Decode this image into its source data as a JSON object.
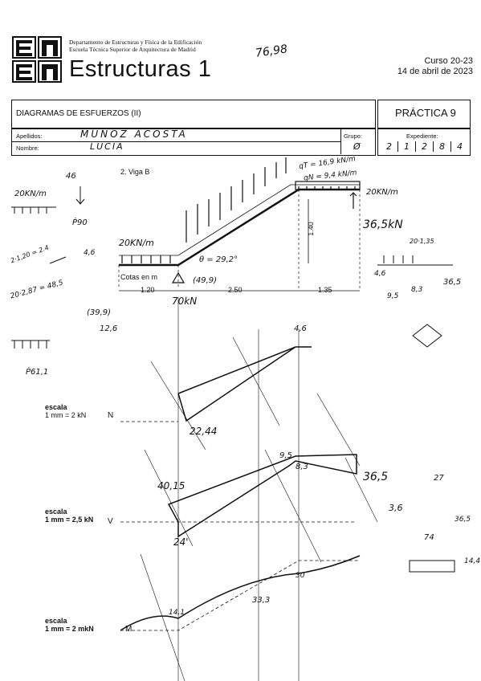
{
  "header": {
    "dept_line1": "Departamento de Estructuras y Física de la Edificación",
    "dept_line2": "Escuela Técnica Superior de Arquitectura de Madrid",
    "title": "Estructuras 1",
    "grade_note": "76,98",
    "course": "Curso 20-23",
    "date": "14 de abril de 2023"
  },
  "form": {
    "section_title": "DIAGRAMAS DE ESFUERZOS (II)",
    "practice_label": "PRÁCTICA 9",
    "apellidos_label": "Apellidos:",
    "apellidos_value": "MUÑOZ ACOSTA",
    "nombre_label": "Nombre:",
    "nombre_value": "LUCIA",
    "grupo_label": "Grupo:",
    "grupo_value": "Ø",
    "expediente_label": "Expediente:",
    "expediente_digits": [
      "2",
      "1",
      "2",
      "8",
      "4"
    ]
  },
  "beam": {
    "label": "2. Viga B",
    "load_left": "20KN/m",
    "load_right": "20KN/m",
    "qt": "qT = 16,9 kN/m",
    "qn": "qN = 9,4 kN/m",
    "angle": "θ = 29,2°",
    "dim_height": "1.40",
    "dims": [
      "1.20",
      "2.50",
      "1.35"
    ],
    "cotas_label": "Cotas en m",
    "reaction_right": "36,5kN",
    "reaction_left": "70kN",
    "reaction_left_mid": "(49,9)"
  },
  "notes": {
    "n1": "46",
    "n2": "20KN/m",
    "n3": "Ṗ90",
    "n4": "2·1,20 = 2.4",
    "n5": "4,6",
    "n6": "20·2,87 = 48,5",
    "n7": "(39,9)",
    "n8": "12,6",
    "n9": "Ṗ61,1",
    "r1": "20·1,35",
    "r2": "4,6",
    "r3": "9,5",
    "r4": "8,3",
    "r5": "36,5"
  },
  "diagrams": {
    "N": {
      "scale_title": "escala",
      "scale_value": "1 mm = 2 kN",
      "symbol": "N",
      "val_top": "4,6",
      "val_bottom": "22,44"
    },
    "V": {
      "scale_title": "escala",
      "scale_value": "1 mm = 2,5 kN",
      "symbol": "V",
      "val1": "40,15",
      "val2": "24'",
      "val3": "9,5",
      "val4": "8,3",
      "val5": "36,5"
    },
    "M": {
      "scale_title": "escala",
      "scale_value": "1 mm = 2 mkN",
      "symbol": "M",
      "val1": "14,1",
      "val2": "33,3",
      "val3": "30"
    },
    "right_notes": {
      "a": "27",
      "b": "36,5",
      "c": "74",
      "d": "3,6",
      "e": "14,4"
    }
  },
  "colors": {
    "ink": "#111111",
    "pen": "#1a1a1a"
  }
}
